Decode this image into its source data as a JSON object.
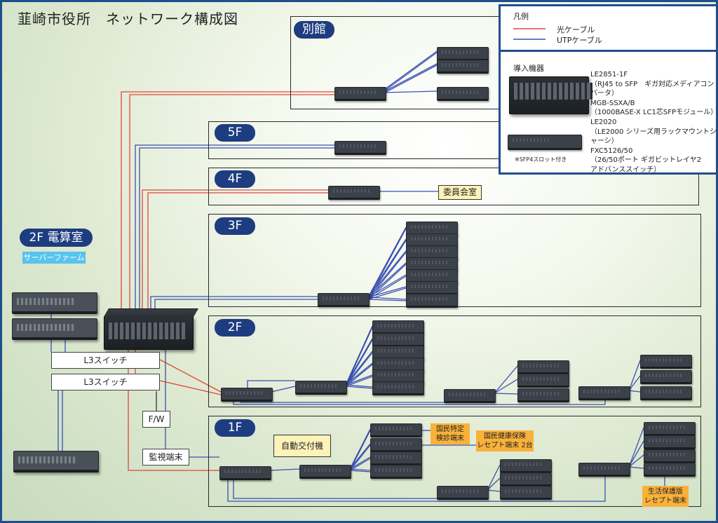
{
  "title": "韮崎市役所　ネットワーク構成図",
  "floors": {
    "annex": "別館",
    "f5": "5F",
    "f4": "4F",
    "f3": "3F",
    "f2": "2F",
    "f1": "1F"
  },
  "room": {
    "name": "2F 電算室",
    "server_farm": "サーバーファーム"
  },
  "boxes": {
    "l3_switch_1": "L3スイッチ",
    "l3_switch_2": "L3スイッチ",
    "firewall": "F/W",
    "monitor": "監視端末",
    "committee": "委員会室",
    "kiosk": "自動交付機"
  },
  "terminals": {
    "kokumin": "国民特定\n検診端末",
    "receipt": "国民健康保険\nレセプト端末 2台",
    "welfare": "生活保護版\nレセプト端末"
  },
  "legend": {
    "heading": "凡例",
    "fiber": "光ケーブル",
    "utp": "UTPケーブル",
    "devices_heading": "導入機器",
    "descriptions": "LE2851-1F\n（RJ45 to SFP　ギガ対応メディアコンバータ）\nMGB-SSXA/B\n（1000BASE-X LC1芯SFPモジュール）\nLE2020\n（LE2000 シリーズ用ラックマウントシャーシ）\nFXC5126/50\n（26/50ポート ギガビットレイヤ2\nアドバンススイッチ）",
    "note": "※SFP4スロット付き"
  },
  "colors": {
    "fiber": "#e0463c",
    "utp": "#3a4fb0",
    "label_bg": "#1e3d80",
    "frame": "#1f4e8c",
    "terminal": "#f9b13a",
    "room_box": "#fdf2b8"
  }
}
